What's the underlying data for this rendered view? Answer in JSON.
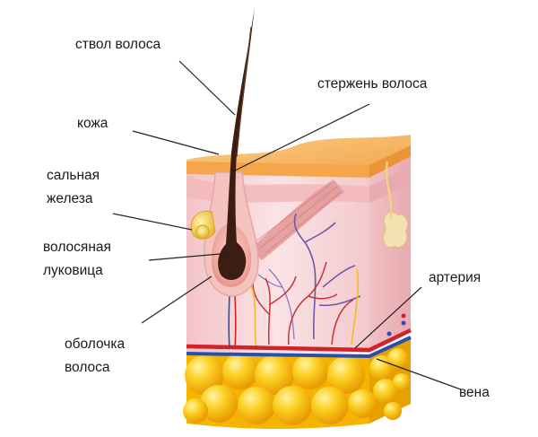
{
  "labels": {
    "hair_trunk": "ствол волоса",
    "hair_shaft": "стержень волоса",
    "skin": "кожа",
    "sebaceous_gland_1": "сальная",
    "sebaceous_gland_2": "железа",
    "hair_bulb_1": "волосяная",
    "hair_bulb_2": "луковица",
    "hair_sheath_1": "оболочка",
    "hair_sheath_2": "волоса",
    "artery": "артерия",
    "vein": "вена"
  },
  "colors": {
    "epidermis": "#f7b45a",
    "dermis": "#f6d3d6",
    "fat": "#f5b800",
    "hair": "#3b1d12",
    "artery": "#d2232a",
    "vein": "#2b4db0",
    "leader_line": "#222222"
  }
}
